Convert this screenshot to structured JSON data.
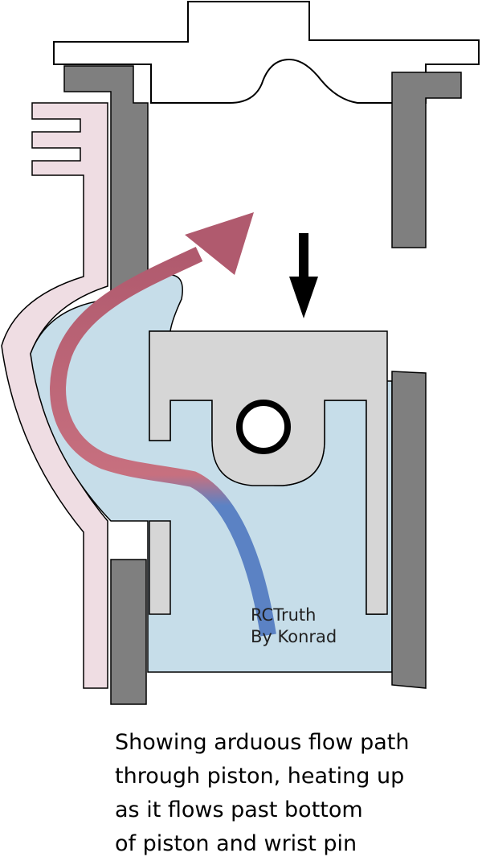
{
  "credit": {
    "line1": "RCTruth",
    "line2": "By Konrad"
  },
  "caption": {
    "line1": "Showing arduous flow path",
    "line2": "through piston, heating up",
    "line3": "as it flows past bottom",
    "line4": "of piston and wrist pin"
  },
  "colors": {
    "cylinder_wall": "#7f7f7f",
    "piston": "#d6d6d6",
    "crankcase_gas": "#c6dde9",
    "transfer_port": "#efdde3",
    "hot_flow": "#b05a6e",
    "cool_flow": "#5b82c4",
    "motion_arrow": "#000000"
  },
  "icons": {
    "piston_motion": "arrow-down-icon",
    "flow_path": "curved-arrow-icon"
  }
}
